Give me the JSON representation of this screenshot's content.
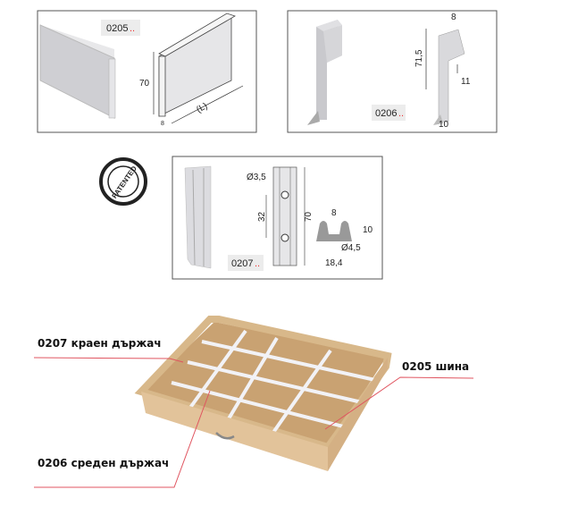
{
  "panels": {
    "rail": {
      "code": "0205",
      "suffix": "..",
      "dim_height": "70",
      "dim_length": "(L)",
      "dim_thickness": "8"
    },
    "middle_holder": {
      "code": "0206",
      "suffix": "..",
      "dim_height": "71,5",
      "dim_top": "8",
      "dim_slot": "11",
      "dim_base": "10"
    },
    "end_holder": {
      "code": "0207",
      "suffix": "..",
      "dim_hole": "Ø3,5",
      "dim_pitch": "32",
      "dim_height": "70",
      "dim_slot": "8",
      "dim_depth": "10",
      "dim_pin": "Ø4,5",
      "dim_width": "18,4"
    }
  },
  "stamp": {
    "text": "PATENTED",
    "ring_text": "PATENTED"
  },
  "callouts": {
    "end_holder": "0207 краен държач",
    "rail": "0205 шина",
    "middle_holder": "0206 среден държач"
  },
  "colors": {
    "wood": "#e2c39a",
    "wood_dark": "#c9a272",
    "divider": "#c9c9d1",
    "callout_line": "#e05560",
    "code_dots": "#e33333"
  }
}
